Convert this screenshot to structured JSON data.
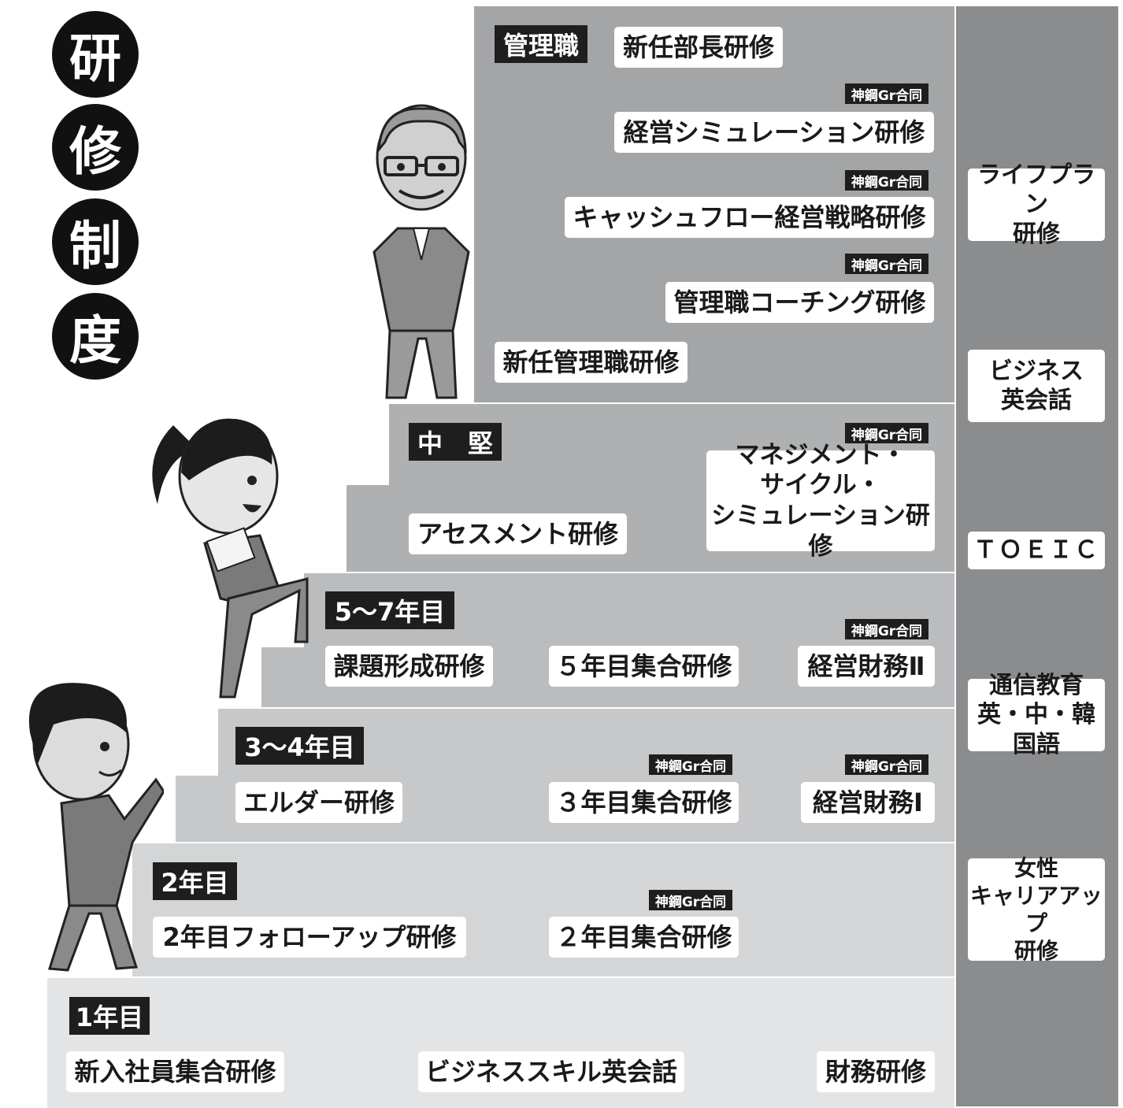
{
  "title_chars": [
    "研",
    "修",
    "制",
    "度"
  ],
  "levels": {
    "manager": "管理職",
    "mid": "中　堅",
    "y5_7": "5〜7年目",
    "y3_4": "3〜4年目",
    "y2": "2年目",
    "y1": "1年目"
  },
  "tag": "神鋼Gr合同",
  "courses": {
    "new_gm": "新任部長研修",
    "mgmt_sim": "経営シミュレーション研修",
    "cashflow": "キャッシュフロー経営戦略研修",
    "coaching": "管理職コーチング研修",
    "new_mgr": "新任管理職研修",
    "msc_line1": "マネジメント・",
    "msc_line2": "サイクル・",
    "msc_line3": "シミュレーション研修",
    "assessment": "アセスメント研修",
    "issue": "課題形成研修",
    "y5_group": "５年目集合研修",
    "finance2": "経営財務Ⅱ",
    "elder": "エルダー研修",
    "y3_group": "３年目集合研修",
    "finance1": "経営財務Ⅰ",
    "followup": "2年目フォローアップ研修",
    "y2_group": "２年目集合研修",
    "newcomer": "新入社員集合研修",
    "biz_english": "ビジネススキル英会話",
    "finance": "財務研修"
  },
  "side": {
    "lifeplan": "ライフプラン\n研修",
    "business_english": "ビジネス\n英会話",
    "toeic": "ＴＯＥＩＣ",
    "correspondence": "通信教育\n英・中・韓国語",
    "women": "女性\nキャリアアップ\n研修"
  },
  "colors": {
    "step1": "#e3e4e5",
    "step2": "#d4d5d7",
    "step3": "#c7c8ca",
    "step4": "#bbbcbe",
    "step5": "#afb0b2",
    "step6": "#a4a5a7",
    "side_column": "#8b8c8e",
    "dark": "#1e1e1e"
  }
}
